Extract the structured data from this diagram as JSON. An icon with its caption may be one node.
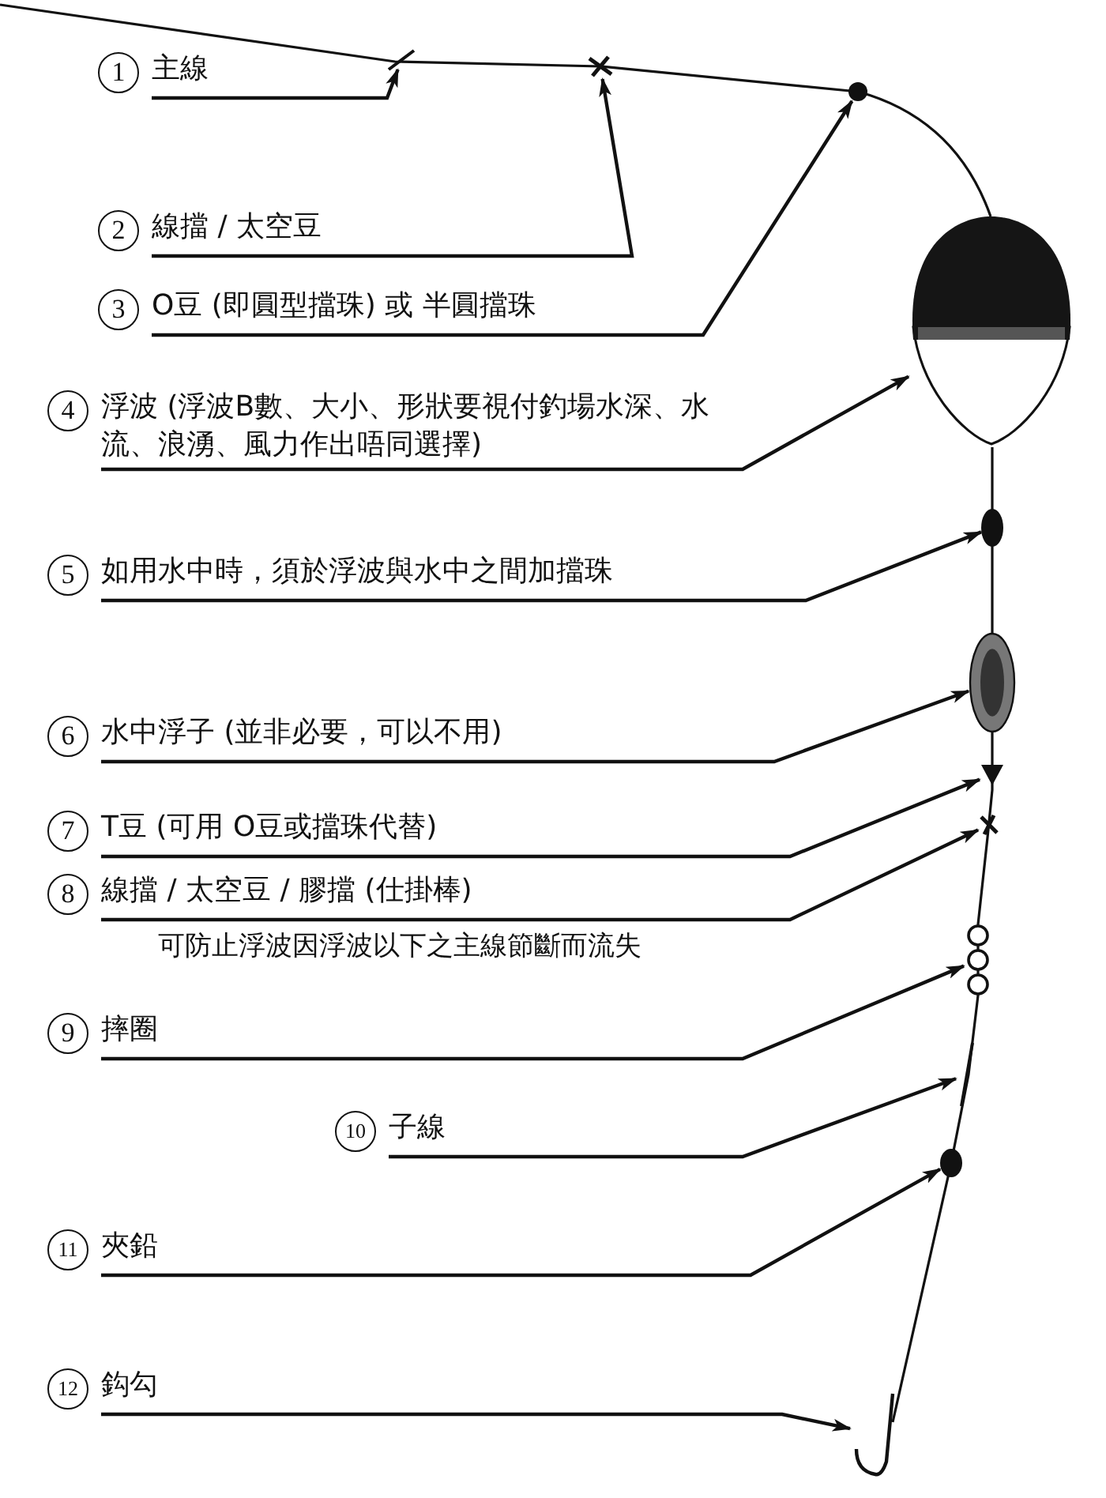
{
  "diagram": {
    "nodes": [
      {
        "text": [
          "1",
          "主線"
        ]
      },
      {
        "text": [
          "2",
          "線擋 / 太空豆"
        ]
      },
      {
        "text": [
          "3",
          "O豆 (即圓型擋珠) 或 半圓擋珠"
        ]
      },
      {
        "text": [
          "4",
          "浮波 (浮波B數、大小、形狀要視付釣場水深、水流、浪湧、風力作出唔同選擇)"
        ]
      },
      {
        "text": [
          "5",
          "如用水中時，須於浮波與水中之間加擋珠"
        ]
      },
      {
        "text": [
          "6",
          "水中浮子 (並非必要，可以不用)"
        ]
      },
      {
        "text": [
          "7",
          "T豆 (可用 O豆或擋珠代替)"
        ]
      },
      {
        "text": [
          "8",
          "線擋 / 太空豆 / 膠擋 (仕掛棒)"
        ],
        "beside": [
          "可防止浮波因浮波以下之主線節斷而流失"
        ]
      },
      {
        "text": [
          "9",
          "摔圈"
        ]
      },
      {
        "text": [
          "10",
          "子線"
        ]
      },
      {
        "text": [
          "11",
          "夾鉛"
        ]
      },
      {
        "text": [
          "12",
          "鈎勾"
        ]
      },
      {
        "text": [],
        "shape": "line"
      },
      {
        "text": [],
        "shape": "knot"
      },
      {
        "text": [],
        "shape": "bead"
      },
      {
        "text": [],
        "shape": "float"
      },
      {
        "text": [],
        "shape": "bead"
      },
      {
        "text": [],
        "shape": "float"
      },
      {
        "text": [],
        "shape": "triangle"
      },
      {
        "text": [],
        "shape": "knot"
      },
      {
        "text": [],
        "shape": "swivel"
      },
      {
        "text": [],
        "shape": "line"
      },
      {
        "text": [],
        "shape": "sinker"
      },
      {
        "text": [],
        "shape": "hook"
      }
    ],
    "edges": [
      {
        "from": 0,
        "to": 12,
        "arrow": "to"
      },
      {
        "from": 1,
        "to": 13,
        "arrow": "to"
      },
      {
        "from": 2,
        "to": 14,
        "arrow": "to"
      },
      {
        "from": 3,
        "to": 15,
        "arrow": "to"
      },
      {
        "from": 4,
        "to": 16,
        "arrow": "to"
      },
      {
        "from": 5,
        "to": 17,
        "arrow": "to"
      },
      {
        "from": 6,
        "to": 18,
        "arrow": "to"
      },
      {
        "from": 7,
        "to": 19,
        "arrow": "to"
      },
      {
        "from": 8,
        "to": 20,
        "arrow": "to"
      },
      {
        "from": 9,
        "to": 21,
        "arrow": "to"
      },
      {
        "from": 10,
        "to": 22,
        "arrow": "to"
      },
      {
        "from": 11,
        "to": 23,
        "arrow": "to"
      }
    ]
  }
}
